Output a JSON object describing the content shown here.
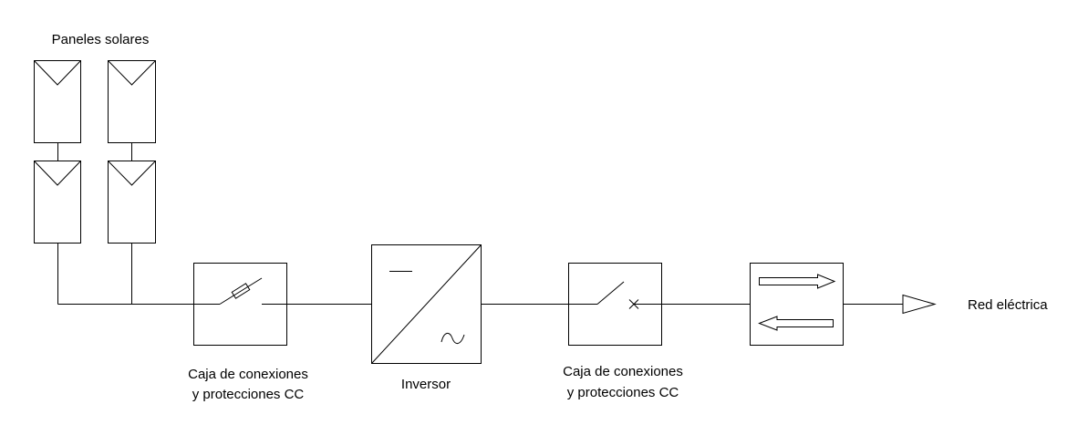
{
  "diagram": {
    "labels": {
      "solar_panels": "Paneles solares",
      "dc_box_1_line1": "Caja de conexiones",
      "dc_box_1_line2": "y protecciones CC",
      "inverter": "Inversor",
      "dc_box_2_line1": "Caja de conexiones",
      "dc_box_2_line2": "y protecciones CC",
      "grid": "Red eléctrica"
    },
    "components": {
      "panels": [
        "solar-panel-icon",
        "solar-panel-icon",
        "solar-panel-icon",
        "solar-panel-icon"
      ],
      "dc_box_1_symbol": "fuse-icon",
      "inverter_symbol": "dc-ac-inverter-icon",
      "dc_box_2_symbol": "circuit-breaker-switch-icon",
      "meter_symbol": "bidirectional-meter-icon",
      "grid_symbol": "grid-arrow-icon"
    },
    "colors": {
      "stroke": "#000000",
      "background": "#ffffff"
    }
  }
}
